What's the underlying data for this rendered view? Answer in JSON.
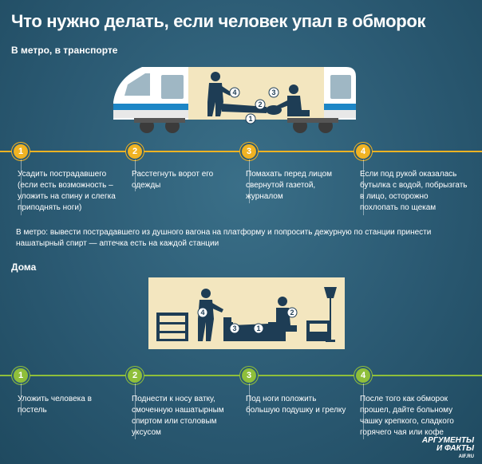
{
  "title": "Что нужно делать, если человек упал в обморок",
  "section_metro": {
    "heading": "В метро, в транспорте",
    "markers": [
      "1",
      "2",
      "3",
      "4"
    ],
    "illustration_labels": [
      "4",
      "3",
      "2",
      "1"
    ],
    "steps": [
      "Усадить пострадавшего (если есть возможность – уложить на спину и слегка приподнять ноги)",
      "Расстегнуть ворот его одежды",
      "Помахать перед лицом свернутой газетой, журналом",
      "Если под рукой оказалась бутылка с водой, побрызгать в лицо, осторожно похлопать по щекам"
    ],
    "note": "В метро: вывести пострадавшего из душного вагона на платформу и попросить дежурную по станции принести нашатырный спирт — аптечка есть на каждой станции"
  },
  "section_home": {
    "heading": "Дома",
    "markers": [
      "1",
      "2",
      "3",
      "4"
    ],
    "illustration_labels": [
      "4",
      "1",
      "3",
      "2"
    ],
    "steps": [
      "Уложить человека в постель",
      "Поднести к носу ватку, смоченную нашатырным спиртом или столовым уксусом",
      "Под ноги положить большую подушку и грелку",
      "После того как обморок прошел, дайте больному чашку крепкого, сладкого горячего чая или кофе"
    ]
  },
  "logo": {
    "line1": "АРГУМЕНТЫ",
    "line2": "И ФАКТЫ",
    "line3": "AIF.RU"
  },
  "colors": {
    "accent_yellow": "#f0b323",
    "accent_green": "#8fbf3a",
    "background": "#2b5a73"
  }
}
